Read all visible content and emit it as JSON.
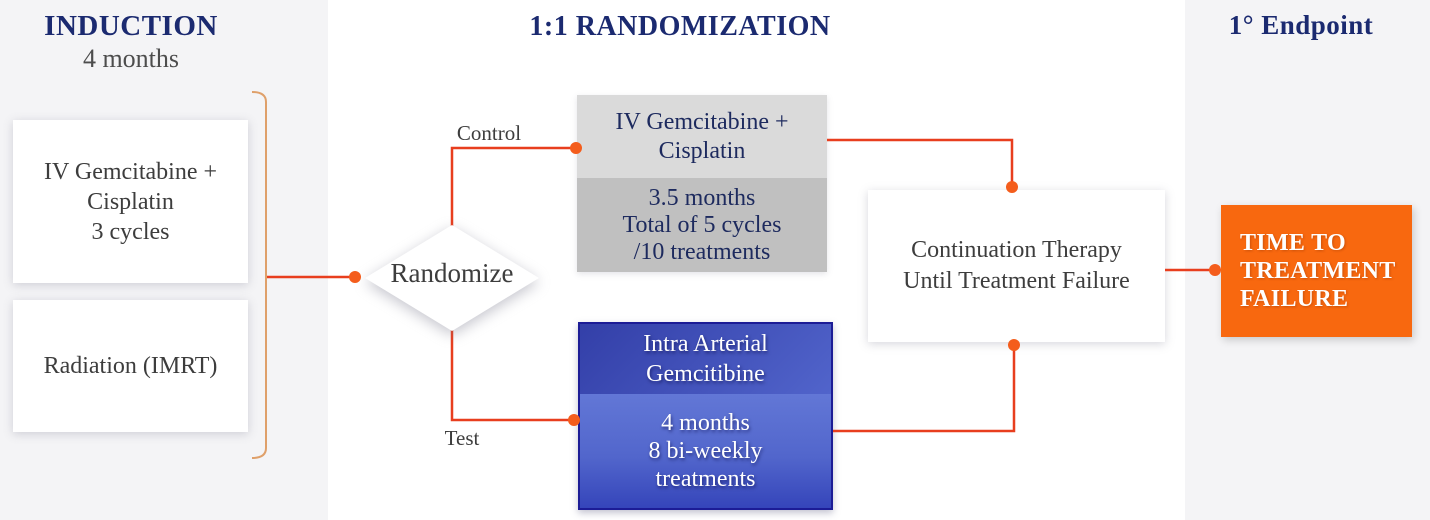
{
  "colors": {
    "page_bg": "#ffffff",
    "panel_bg": "#f4f4f6",
    "accent_line": "#e83e1e",
    "dot": "#f45d1c",
    "bracket": "#dfa06a",
    "navy": "#1b2a70",
    "box_text_dark": "#3d3d3d",
    "control_top_bg": "#dadada",
    "control_bottom_bg": "#c0c0c0",
    "control_text": "#1d2a5e",
    "blue_border": "#1c1c96",
    "orange_box_bg": "#f8680f",
    "white": "#ffffff"
  },
  "headers": {
    "induction_title": "INDUCTION",
    "induction_subtitle": "4 months",
    "randomization_title": "1:1 RANDOMIZATION",
    "endpoint_title": "1° Endpoint"
  },
  "induction": {
    "box1": {
      "lines": [
        "IV Gemcitabine +",
        "Cisplatin",
        "3 cycles"
      ]
    },
    "box2": {
      "lines": [
        "Radiation (IMRT)"
      ]
    }
  },
  "randomization": {
    "diamond_label": "Randomize",
    "control_label": "Control",
    "test_label": "Test",
    "control_box": {
      "top": [
        "IV Gemcitabine +",
        "Cisplatin"
      ],
      "bottom": [
        "3.5 months",
        "Total of 5 cycles",
        "/10 treatments"
      ]
    },
    "test_box": {
      "top": [
        "Intra Arterial",
        "Gemcitibine"
      ],
      "bottom": [
        "4 months",
        "8 bi-weekly",
        "treatments"
      ]
    },
    "continuation_box": {
      "lines": [
        "Continuation Therapy",
        "Until Treatment Failure"
      ]
    }
  },
  "endpoint": {
    "box": {
      "lines": [
        "TIME TO",
        "TREATMENT",
        "FAILURE"
      ]
    }
  }
}
